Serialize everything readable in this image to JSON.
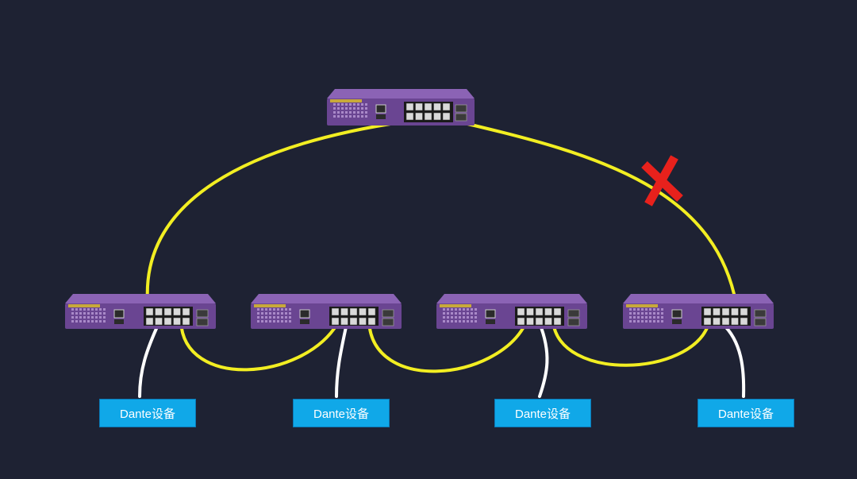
{
  "colors": {
    "background": "#1e2233",
    "ring_cable": "#f2ee22",
    "device_cable": "#ffffff",
    "label_fill": "#10a8e8",
    "label_text": "#ffffff",
    "switch_body": "#7d54a6",
    "switch_top": "#8b63b5",
    "switch_front": "#6a4592",
    "broken_link_mark": "#e8211c"
  },
  "icons": {
    "switch": "network-switch-icon",
    "broken_link": "red-x-icon"
  },
  "topology": {
    "core_switch": "core",
    "edge_switches": [
      "sw1",
      "sw2",
      "sw3",
      "sw4"
    ],
    "ring_links": [
      {
        "from": "core",
        "to": "sw1",
        "state": "active"
      },
      {
        "from": "sw1",
        "to": "sw2",
        "state": "active"
      },
      {
        "from": "sw2",
        "to": "sw3",
        "state": "active"
      },
      {
        "from": "sw3",
        "to": "sw4",
        "state": "active"
      },
      {
        "from": "sw4",
        "to": "core",
        "state": "blocked"
      }
    ]
  },
  "devices": [
    {
      "label": "Dante设备",
      "switch": "sw1"
    },
    {
      "label": "Dante设备",
      "switch": "sw2"
    },
    {
      "label": "Dante设备",
      "switch": "sw3"
    },
    {
      "label": "Dante设备",
      "switch": "sw4"
    }
  ]
}
